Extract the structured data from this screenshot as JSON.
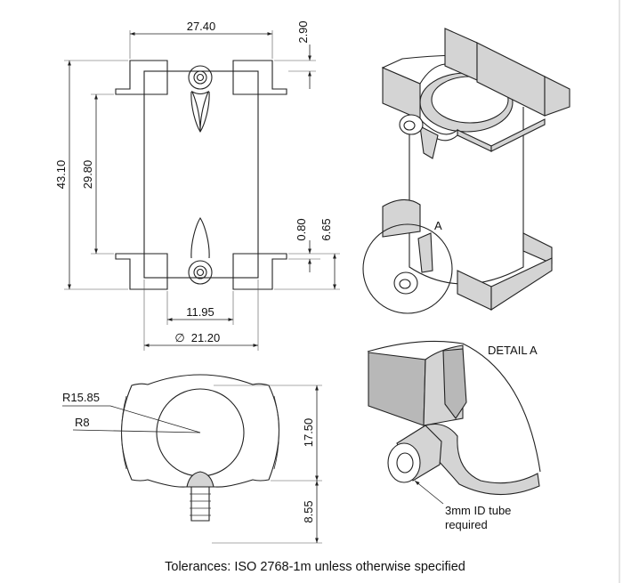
{
  "dimensions": {
    "width_top": "27.40",
    "top_offset": "2.90",
    "overall_height": "43.10",
    "inner_height": "29.80",
    "step_small": "0.80",
    "step_tab": "6.65",
    "tube_width": "11.95",
    "diameter": "21.20",
    "outer_radius": "R15.85",
    "inner_radius": "R8",
    "depth_body": "17.50",
    "depth_tube": "8.55"
  },
  "symbols": {
    "diameter": "∅"
  },
  "detail": {
    "marker": "A",
    "title": "DETAIL A",
    "note_line1": "3mm ID tube",
    "note_line2": "required"
  },
  "footer": {
    "tolerances": "Tolerances: ISO 2768-1m unless otherwise specified"
  }
}
